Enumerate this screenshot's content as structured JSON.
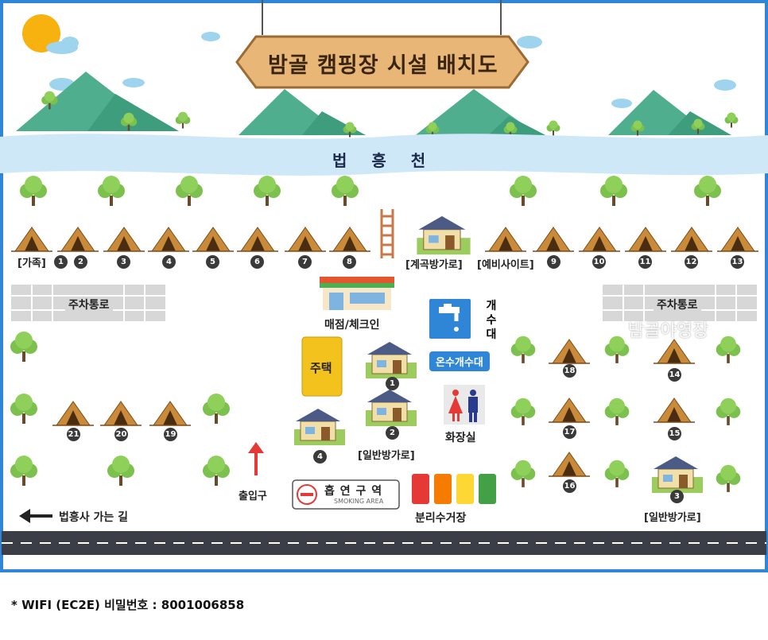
{
  "title": "밤골 캠핑장 시설 배치도",
  "river": "법 흥 천",
  "labels": {
    "family": "[가족]",
    "gyegok": "[계곡방가로]",
    "yebi": "[예비사이트]",
    "parking": "주차통로",
    "store": "매점/체크인",
    "water": "개수대",
    "hotwater": "온수개수대",
    "house": "주택",
    "toilet": "화장실",
    "ilban": "[일반방가로]",
    "entrance": "출입구",
    "smoking": "흡 연 구 역",
    "smoking_en": "SMOKING AREA",
    "recycle": "분리수거장",
    "to_temple": "법흥사 가는 길",
    "watermark": "밤골야영장"
  },
  "wifi": "* WIFI (EC2E) 비밀번호 : 8001006858",
  "top_sites_left": [
    "1",
    "2",
    "3",
    "4",
    "5",
    "6",
    "7",
    "8"
  ],
  "top_sites_right": [
    "9",
    "10",
    "11",
    "12",
    "13"
  ],
  "left_sites": [
    "21",
    "20",
    "19"
  ],
  "right_sites": [
    "18",
    "14",
    "17",
    "15",
    "16"
  ],
  "bungalows": [
    "1",
    "2",
    "4",
    "3"
  ],
  "colors": {
    "river": "#cfe8f7",
    "road": "#3b3d47",
    "sign": "#e8b778",
    "tent": "#c98a3a",
    "tree": "#7cc04e",
    "mountain": "#4fae8d",
    "house": "#f4c21c",
    "frame": "#2f86d6"
  }
}
